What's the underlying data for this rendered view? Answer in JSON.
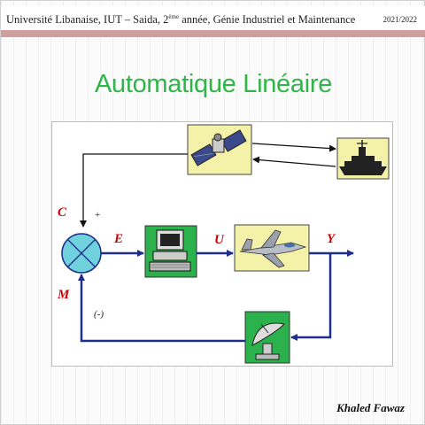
{
  "header": {
    "course_line_before_sup": "Université Libanaise,  IUT – Saida,   2",
    "course_sup": "ème",
    "course_line_after_sup": " année, Génie Industriel et Maintenance",
    "year": "2021/2022"
  },
  "title": "Automatique Linéaire",
  "diagram": {
    "labels": {
      "consigne": "C",
      "plus": "+",
      "error": "E",
      "command": "U",
      "output": "Y",
      "measure": "M",
      "minus": "(-)"
    },
    "icons": [
      "satellite-icon",
      "warship-icon",
      "computer-icon",
      "fighter-jet-icon",
      "radar-icon",
      "summing-junction-icon"
    ],
    "colors": {
      "arrow": "#1f2d8c",
      "label": "#cc0000",
      "junction": "#6fd2dc",
      "box_bg": "#f4f1a8",
      "computer_bg": "#2bb24c"
    }
  },
  "signature": "Khaled Fawaz"
}
